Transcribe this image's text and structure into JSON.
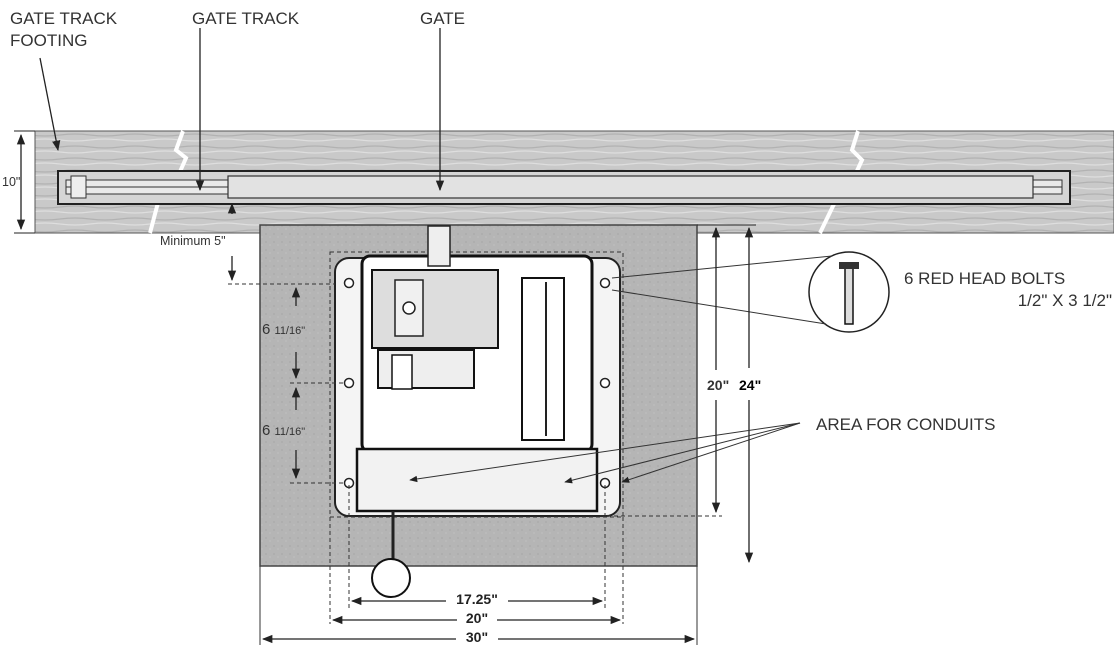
{
  "labels": {
    "gate_track_footing_line1": "GATE TRACK",
    "gate_track_footing_line2": "FOOTING",
    "gate_track": "GATE TRACK",
    "gate": "GATE",
    "footing_height": "10\"",
    "minimum_clearance": "Minimum 5\"",
    "bolt_spacing_upper_whole": "6",
    "bolt_spacing_upper_frac": "11/16\"",
    "bolt_spacing_lower_whole": "6",
    "bolt_spacing_lower_frac": "11/16\"",
    "bolts_title": "6 RED HEAD BOLTS",
    "bolts_size": "1/2\" X 3 1/2\"",
    "pad_inner_depth": "20\"",
    "pad_outer_depth": "24\"",
    "conduits": "AREA FOR CONDUITS",
    "width_bolts": "17.25\"",
    "width_inner": "20\"",
    "width_pad": "30\""
  },
  "colors": {
    "footing_fill": "#c9c9c9",
    "pad_fill": "#b5b5b5",
    "gate_fill": "#e2e2e2",
    "line": "#333333"
  }
}
